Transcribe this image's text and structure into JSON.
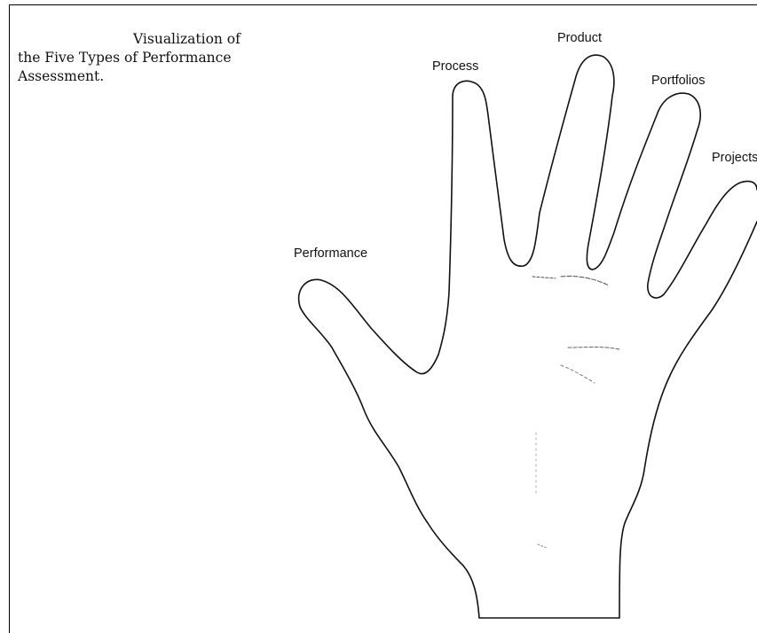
{
  "caption": {
    "line1": "Visualization of",
    "line2": "the Five Types of Performance",
    "line3": "Assessment."
  },
  "fingers": {
    "thumb": "Performance",
    "index": "Process",
    "middle": "Product",
    "ring": "Portfolios",
    "pinky": "Projects"
  },
  "colors": {
    "ink": "#111111",
    "background": "#ffffff"
  }
}
